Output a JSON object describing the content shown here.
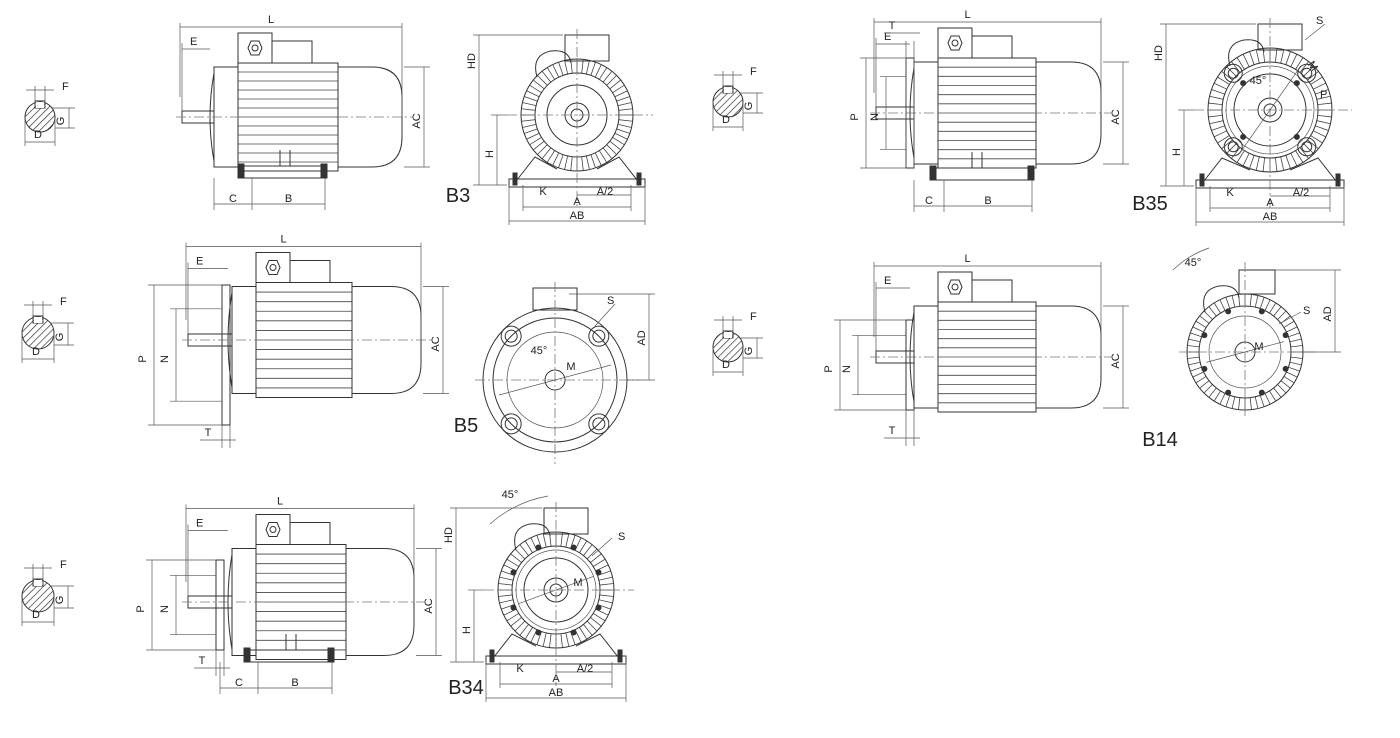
{
  "mountings": {
    "b3": "B3",
    "b5": "B5",
    "b34": "B34",
    "b35": "B35",
    "b14": "B14"
  },
  "dims": {
    "L": "L",
    "E": "E",
    "F": "F",
    "G": "G",
    "D": "D",
    "AC": "AC",
    "AD": "AD",
    "HD": "HD",
    "H": "H",
    "C": "C",
    "B": "B",
    "K": "K",
    "A": "A",
    "A2": "A/2",
    "AB": "AB",
    "P": "P",
    "N": "N",
    "T": "T",
    "M": "M",
    "S": "S",
    "deg45": "45°"
  }
}
